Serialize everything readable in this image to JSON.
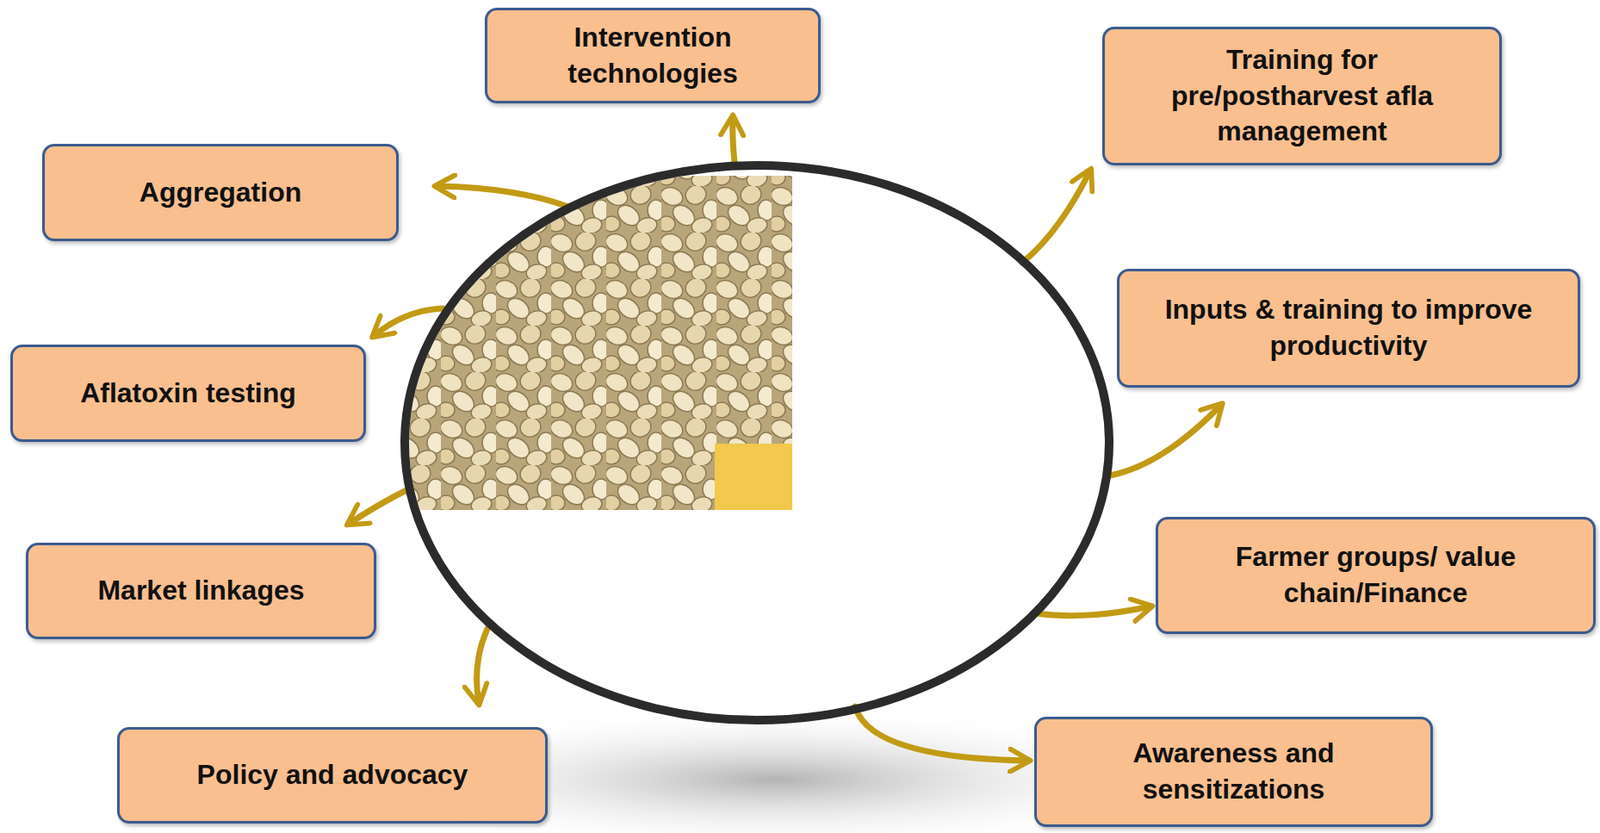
{
  "diagram": {
    "nodes": [
      {
        "text": [
          "Intervention technologies"
        ]
      },
      {
        "text": [
          "Training for pre/postharvest afla management"
        ]
      },
      {
        "text": [
          "Aggregation"
        ]
      },
      {
        "text": [
          "Inputs & training to improve productivity"
        ]
      },
      {
        "text": [
          "Aflatoxin testing"
        ]
      },
      {
        "text": [
          "Farmer groups/ value chain/Finance"
        ]
      },
      {
        "text": [
          "Market linkages"
        ]
      },
      {
        "text": [
          "Awareness and sensitizations"
        ]
      },
      {
        "text": [
          "Policy and advocacy"
        ]
      }
    ]
  }
}
